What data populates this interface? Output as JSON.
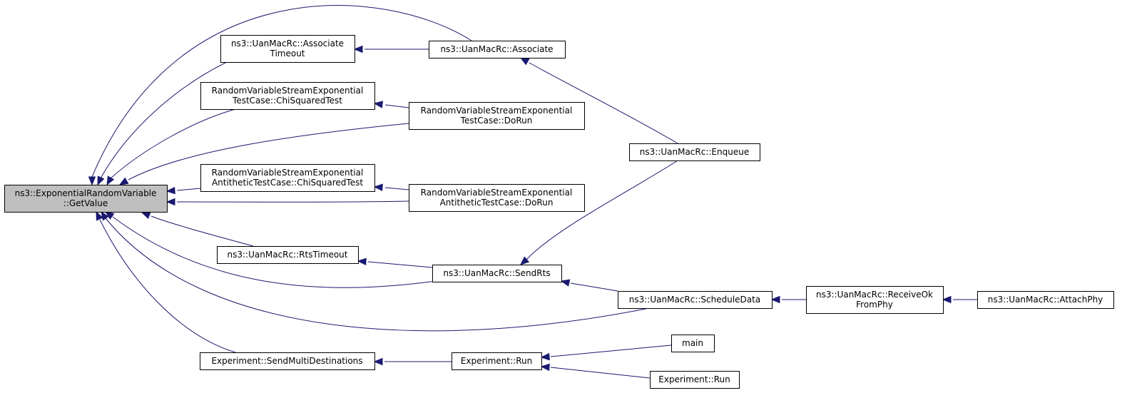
{
  "colors": {
    "edge": "#191970",
    "root_fill": "#bfbfbf",
    "node_fill": "#ffffff",
    "node_stroke": "#000000"
  },
  "nodes": {
    "root": {
      "lines": [
        "ns3::ExponentialRandomVariable",
        "::GetValue"
      ]
    },
    "assocTimeout": {
      "lines": [
        "ns3::UanMacRc::Associate",
        "Timeout"
      ]
    },
    "associate": {
      "lines": [
        "ns3::UanMacRc::Associate"
      ]
    },
    "chiSq": {
      "lines": [
        "RandomVariableStreamExponential",
        "TestCase::ChiSquaredTest"
      ]
    },
    "doRun": {
      "lines": [
        "RandomVariableStreamExponential",
        "TestCase::DoRun"
      ]
    },
    "enqueue": {
      "lines": [
        "ns3::UanMacRc::Enqueue"
      ]
    },
    "antiChiSq": {
      "lines": [
        "RandomVariableStreamExponential",
        "AntitheticTestCase::ChiSquaredTest"
      ]
    },
    "antiDoRun": {
      "lines": [
        "RandomVariableStreamExponential",
        "AntitheticTestCase::DoRun"
      ]
    },
    "rtsTimeout": {
      "lines": [
        "ns3::UanMacRc::RtsTimeout"
      ]
    },
    "sendRts": {
      "lines": [
        "ns3::UanMacRc::SendRts"
      ]
    },
    "scheduleData": {
      "lines": [
        "ns3::UanMacRc::ScheduleData"
      ]
    },
    "receiveOk": {
      "lines": [
        "ns3::UanMacRc::ReceiveOk",
        "FromPhy"
      ]
    },
    "attachPhy": {
      "lines": [
        "ns3::UanMacRc::AttachPhy"
      ]
    },
    "sendMulti": {
      "lines": [
        "Experiment::SendMultiDestinations"
      ]
    },
    "expRun1": {
      "lines": [
        "Experiment::Run"
      ]
    },
    "main": {
      "lines": [
        "main"
      ]
    },
    "expRun2": {
      "lines": [
        "Experiment::Run"
      ]
    }
  },
  "edges": [
    {
      "from": "associate",
      "to": "root"
    },
    {
      "from": "assocTimeout",
      "to": "root"
    },
    {
      "from": "associate",
      "to": "assocTimeout"
    },
    {
      "from": "chiSq",
      "to": "root"
    },
    {
      "from": "doRun",
      "to": "root"
    },
    {
      "from": "doRun",
      "to": "chiSq"
    },
    {
      "from": "enqueue",
      "to": "associate"
    },
    {
      "from": "antiChiSq",
      "to": "root"
    },
    {
      "from": "antiDoRun",
      "to": "root"
    },
    {
      "from": "antiDoRun",
      "to": "antiChiSq"
    },
    {
      "from": "rtsTimeout",
      "to": "root"
    },
    {
      "from": "sendRts",
      "to": "root"
    },
    {
      "from": "sendRts",
      "to": "rtsTimeout"
    },
    {
      "from": "sendRts",
      "to": "enqueue"
    },
    {
      "from": "scheduleData",
      "to": "root"
    },
    {
      "from": "scheduleData",
      "to": "sendRts"
    },
    {
      "from": "receiveOk",
      "to": "scheduleData"
    },
    {
      "from": "attachPhy",
      "to": "receiveOk"
    },
    {
      "from": "sendMulti",
      "to": "root"
    },
    {
      "from": "expRun1",
      "to": "sendMulti"
    },
    {
      "from": "main",
      "to": "expRun1"
    },
    {
      "from": "expRun2",
      "to": "expRun1"
    }
  ]
}
